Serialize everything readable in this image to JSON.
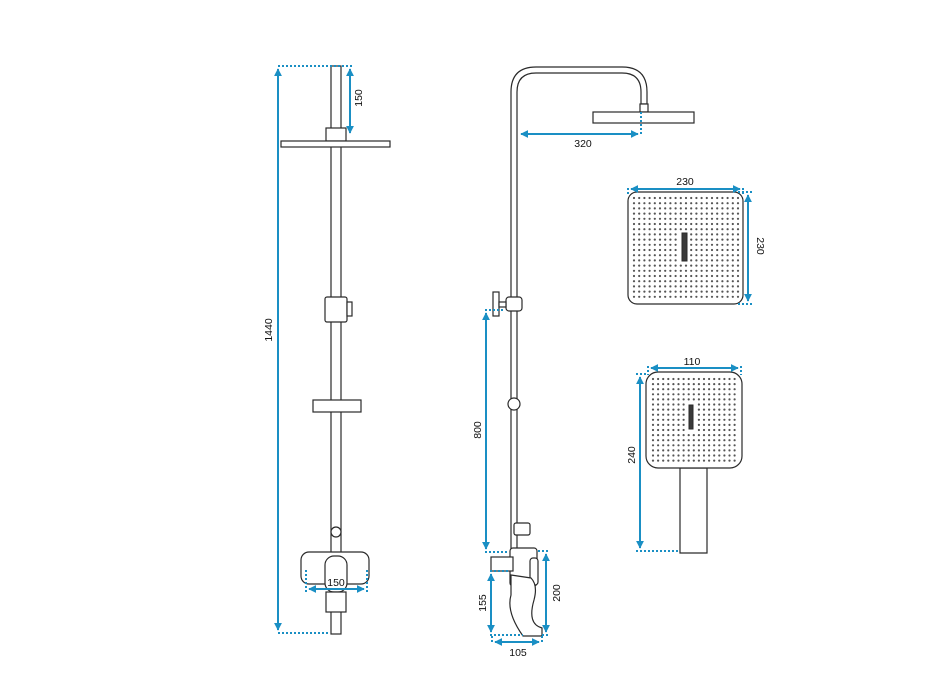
{
  "dimensions": {
    "total_height": "1440",
    "top_spacing": "150",
    "head_length": "320",
    "bar_height": "800",
    "bottom_width": "150",
    "spout_height": "155",
    "mixer_height": "200",
    "spout_reach": "105",
    "head_width": "230",
    "head_depth": "230",
    "hand_width": "110",
    "hand_length": "240"
  },
  "colors": {
    "dimension": "#1a8fc4",
    "outline": "#2a2a2a"
  }
}
